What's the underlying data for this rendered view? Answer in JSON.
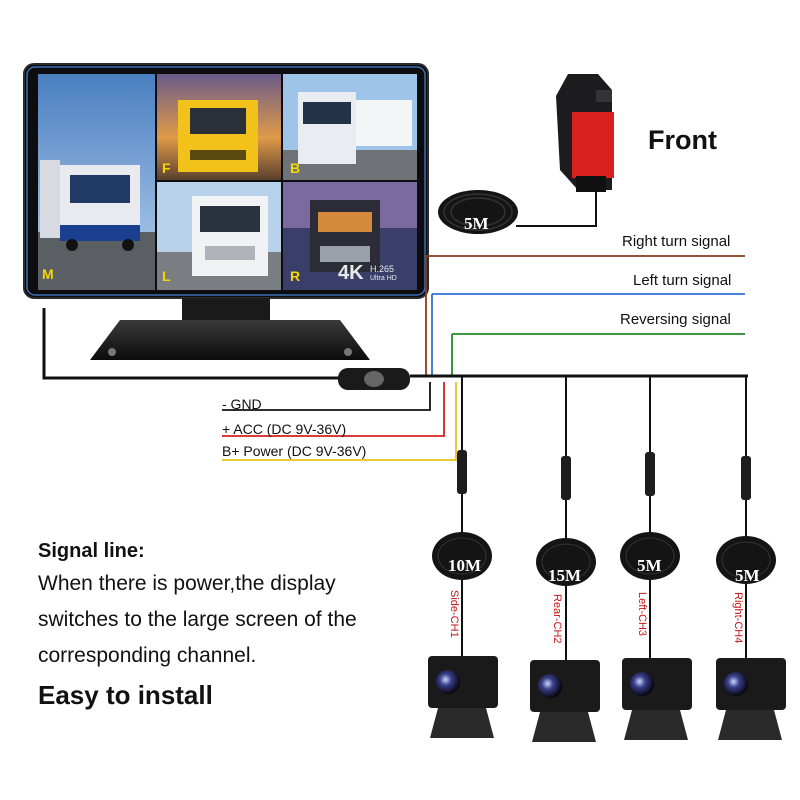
{
  "monitor": {
    "quadrants": [
      "M",
      "F",
      "B",
      "L",
      "R"
    ],
    "badge_4k": "4K",
    "badge_codec": "H.265",
    "badge_uhd": "Ultra HD"
  },
  "front_camera": {
    "label": "Front",
    "cable_length": "5M"
  },
  "signal_wires": [
    {
      "label": "Right turn signal",
      "color": "#8b3a1a"
    },
    {
      "label": "Left turn signal",
      "color": "#2f6fd6"
    },
    {
      "label": "Reversing signal",
      "color": "#1f8a2a"
    }
  ],
  "power_wires": [
    {
      "label": "-  GND",
      "color": "#111111"
    },
    {
      "label": "+ ACC (DC 9V-36V)",
      "color": "#d42020"
    },
    {
      "label": "B+ Power (DC 9V-36V)",
      "color": "#e8c21a"
    }
  ],
  "cameras": [
    {
      "channel": "Side-CH1",
      "cable_length": "10M"
    },
    {
      "channel": "Rear-CH2",
      "cable_length": "15M"
    },
    {
      "channel": "Left-CH3",
      "cable_length": "5M"
    },
    {
      "channel": "Right-CH4",
      "cable_length": "5M"
    }
  ],
  "description": {
    "title": "Signal line:",
    "lines": [
      "When there is power,the display",
      "switches to the large screen of the",
      "corresponding channel."
    ],
    "tagline": "Easy to install"
  }
}
